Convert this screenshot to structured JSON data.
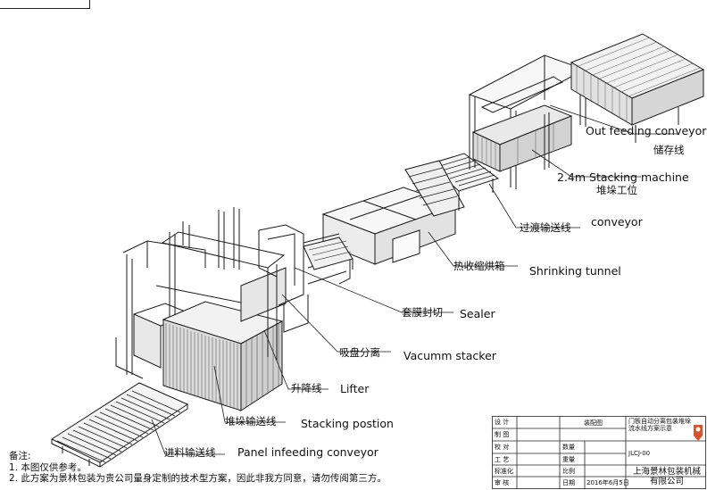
{
  "labels": {
    "out_feeding_en": "Out feeding conveyor",
    "out_feeding_zh": "储存线",
    "stacking_machine_en": "2.4m Stacking machine",
    "stacking_machine_zh": "堆垛工位",
    "transfer_zh": "过渡输送线",
    "transfer_en": "conveyor",
    "shrinking_zh": "热收缩烘箱",
    "shrinking_en": "Shrinking tunnel",
    "sealer_zh": "套膜封切",
    "sealer_en": "Sealer",
    "vacuum_zh": "吸盘分离",
    "vacuum_en": "Vacumm stacker",
    "lifter_zh": "升降线",
    "lifter_en": "Lifter",
    "stacking_pos_zh": "堆垛输送线",
    "stacking_pos_en": "Stacking postion",
    "infeed_zh": "进料输送线",
    "infeed_en": "Panel infeeding conveyor"
  },
  "notes": {
    "title": "备注:",
    "line1": "1. 本图仅供参考。",
    "line2": "2. 此方案为景林包装为贵公司量身定制的技术型方案，因此非我方同意，请勿传阅第三方。"
  },
  "title_block": {
    "row_design": "设 计",
    "row_draw": "制 图",
    "row_check": "校 对",
    "row_process": "工 艺",
    "row_standard": "标准化",
    "row_review": "审 核",
    "assembly": "装配图",
    "quantity": "数量",
    "weight": "重量",
    "scale": "比例",
    "date": "日期",
    "date_value": "2016年6月5日",
    "drawing_title": "门板自动分离包装堆垛流水线方案示意",
    "drawing_no": "JLCJ-00",
    "company": "上海景林包装机械有限公司"
  },
  "colors": {
    "line": "#1a1a1a",
    "accent": "#d9532c"
  }
}
